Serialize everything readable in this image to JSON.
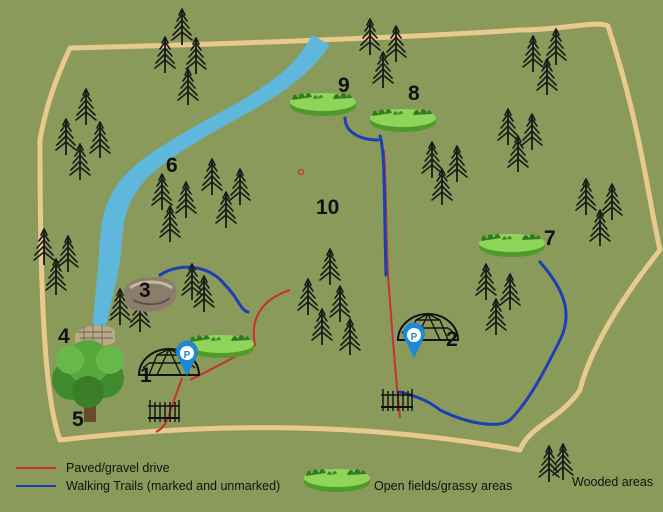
{
  "map": {
    "labels": {
      "site1": "1",
      "site2": "2",
      "site3": "3",
      "site4": "4",
      "site5": "5",
      "site6": "6",
      "site7": "7",
      "site8": "8",
      "site9": "9",
      "site10": "10"
    },
    "parking_glyph": "P"
  },
  "legend": {
    "paved": "Paved/gravel drive",
    "trails": "Walking Trails (marked and unmarked)",
    "fields": "Open fields/grassy areas",
    "wooded": "Wooded areas"
  },
  "colors": {
    "background": "#8a9a5b",
    "boundary": "#e8c98e",
    "river": "#5fb7dc",
    "paved": "#c8312f",
    "trail": "#1d3fb5",
    "tree": "#1a1a1a",
    "grass": "#6cbf3c",
    "parking": "#1e88d6"
  },
  "icons": [
    "tree-icon",
    "grassy-field-icon",
    "parking-pin-icon",
    "pavilion-icon",
    "gate-icon",
    "rock-icon",
    "stone-bridge-icon",
    "oak-tree-icon"
  ]
}
